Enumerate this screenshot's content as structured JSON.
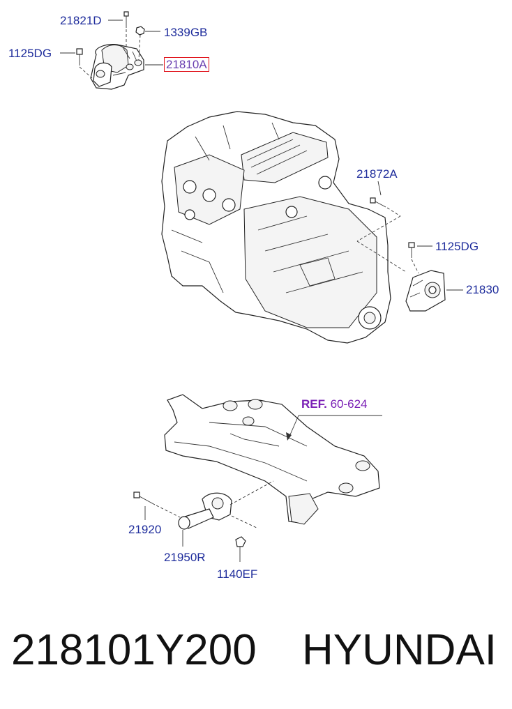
{
  "labels": {
    "top_bolt": "21821D",
    "top_nut": "1339GB",
    "top_left_bolt": "1125DG",
    "top_mount_highlighted": "21810A",
    "bracket_bolt": "21872A",
    "right_bolt": "1125DG",
    "right_mount": "21830",
    "ref_prefix": "REF.",
    "ref_number": "60-624",
    "rod_bolt": "21920",
    "roll_rod": "21950R",
    "rod_small_bolt": "1140EF"
  },
  "footer": {
    "part_number": "218101Y200",
    "brand": "HYUNDAI"
  },
  "colors": {
    "label_text": "#1f2d9c",
    "highlight_box": "#e0141c",
    "ref_text": "#7a1fb5"
  }
}
